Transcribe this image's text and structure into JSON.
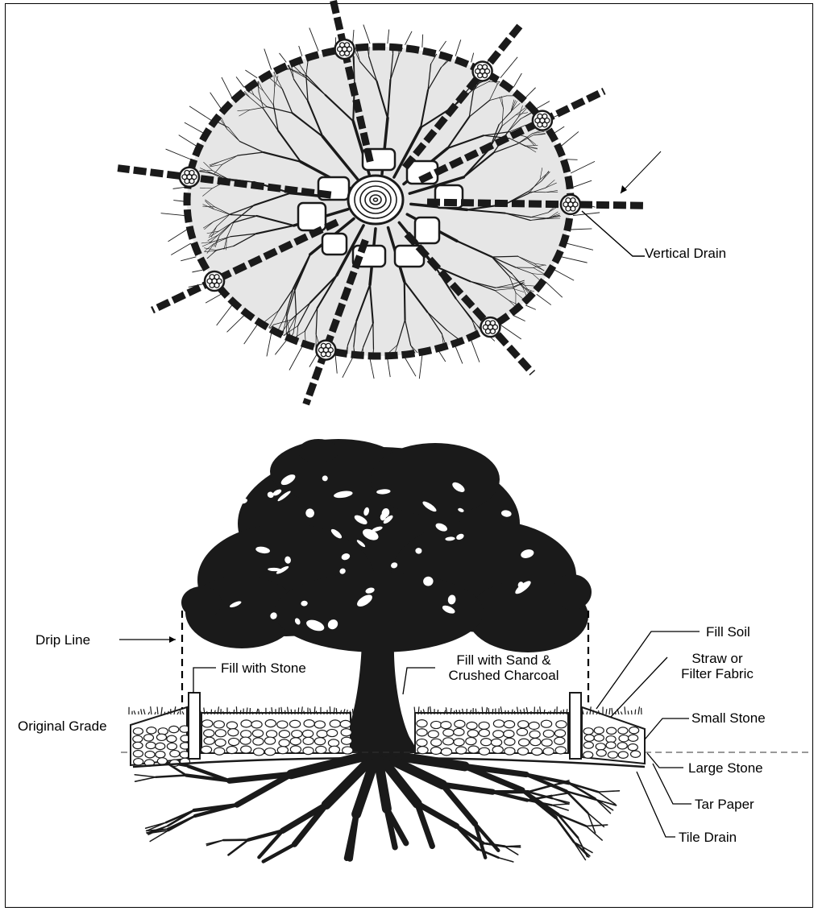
{
  "labels": {
    "vertical_drain": "Vertical Drain",
    "drip_line": "Drip Line",
    "fill_with_stone": "Fill with Stone",
    "fill_sand_line1": "Fill with Sand &",
    "fill_sand_line2": "Crushed Charcoal",
    "original_grade": "Original Grade",
    "fill_soil": "Fill Soil",
    "straw_line1": "Straw or",
    "straw_line2": "Filter Fabric",
    "small_stone": "Small Stone",
    "large_stone": "Large Stone",
    "tar_paper": "Tar Paper",
    "tile_drain": "Tile Drain"
  },
  "colors": {
    "ink": "#1a1a1a",
    "light_fill": "#e6e6e6",
    "background": "#ffffff"
  }
}
